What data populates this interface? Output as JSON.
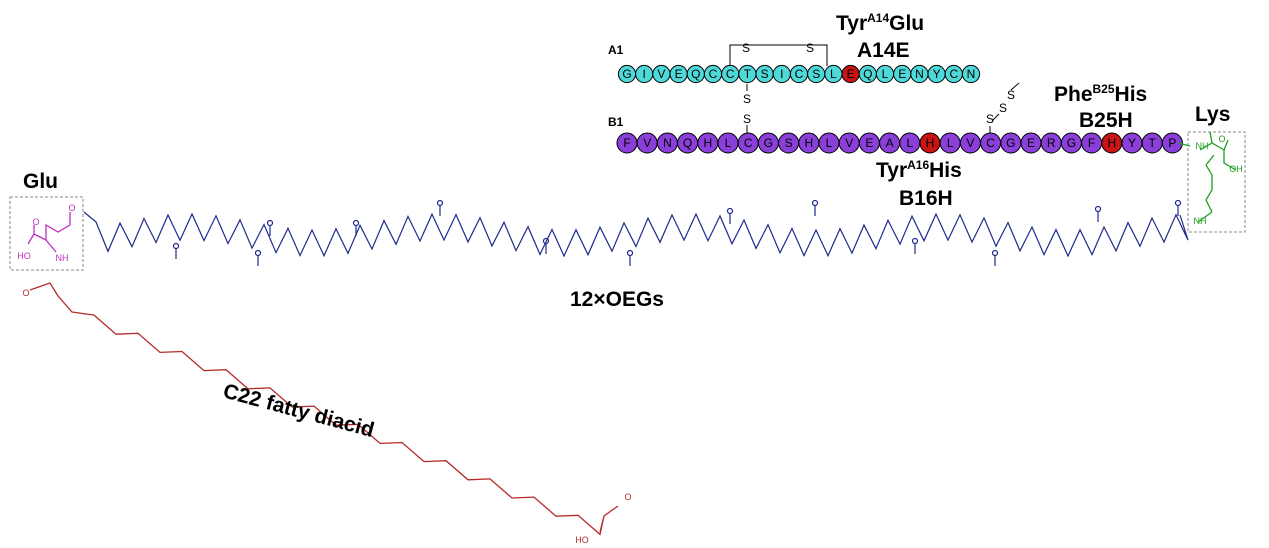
{
  "colors": {
    "chain_a": "#4fd8d8",
    "chain_b": "#8a3fd8",
    "mutation": "#c81414",
    "linker": "#1e2a8c",
    "fatty_acid": "#b52b2b",
    "glu": "#c030c0",
    "lys": "#20a020",
    "box": "#888888"
  },
  "chain_a": {
    "label": "A1",
    "residues": [
      "G",
      "I",
      "V",
      "E",
      "Q",
      "C",
      "C",
      "T",
      "S",
      "I",
      "C",
      "S",
      "L",
      "E",
      "Q",
      "L",
      "E",
      "N",
      "Y",
      "C",
      "N"
    ],
    "mutated_index": 13
  },
  "chain_b": {
    "label": "B1",
    "residues": [
      "F",
      "V",
      "N",
      "Q",
      "H",
      "L",
      "C",
      "G",
      "S",
      "H",
      "L",
      "V",
      "E",
      "A",
      "L",
      "H",
      "L",
      "V",
      "C",
      "G",
      "E",
      "R",
      "G",
      "F",
      "H",
      "Y",
      "T",
      "P"
    ],
    "mutated_indices": [
      15,
      24
    ]
  },
  "disulfide": {
    "atom": "S"
  },
  "mutations": {
    "a14": {
      "name_pre": "Tyr",
      "name_sup": "A14",
      "name_post": "Glu",
      "code": "A14E"
    },
    "b25": {
      "name_pre": "Phe",
      "name_sup": "B25",
      "name_post": "His",
      "code": "B25H"
    },
    "b16": {
      "name_pre": "Tyr",
      "name_sup": "A16",
      "name_post": "His",
      "code": "B16H"
    }
  },
  "moieties": {
    "glu": "Glu",
    "lys": "Lys",
    "linker": "12×OEGs",
    "fatty": "C22 fatty diacid"
  },
  "atoms": {
    "nh": "NH",
    "ho": "HO",
    "oh": "OH",
    "o": "O"
  }
}
